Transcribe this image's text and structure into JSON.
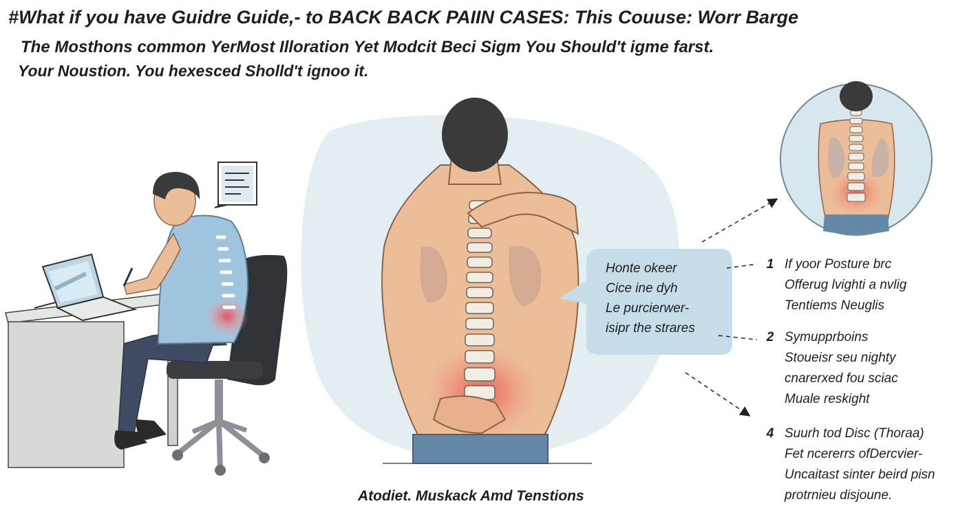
{
  "headline": {
    "line1": "#What if you have Guidre Guide,- to BACK BACK PAIIN CASES: This Couuse: Worr Barge",
    "line2": "The Mosthons common YerMost Illoration Yet Modcit Beci Sigm You Should't igme farst.",
    "line3": "Your Noustion. You hexesced Sholld't ignoo it."
  },
  "bubble": {
    "line1": "Honte okeer",
    "line2": "Cice ine dyh",
    "line3": "Le purcierwer-",
    "line4": "isipr the strares"
  },
  "caption": "Atodiet. Muskack Amd Tenstions",
  "items": [
    {
      "number": "1",
      "lines": [
        "If yoor Posture brc",
        "Offerug lvighti a nvlig",
        "Tentiems Neuglis"
      ]
    },
    {
      "number": "2",
      "lines": [
        "Symupprboins",
        "Stoueisr seu nighty",
        "cnarerxed fou sciac",
        "Muale reskight"
      ]
    },
    {
      "number": "4",
      "lines": [
        "Suurh tod Disc (Thoraa)",
        "Fet ncererrs ofDercvier-",
        "Uncaitast sinter beird pisn",
        "protrnieu disjoune."
      ]
    }
  ],
  "colors": {
    "skin": "#ecbd99",
    "skin_shade": "#d99e78",
    "hair": "#3a3a3a",
    "shirt": "#9fc4dd",
    "pants": "#3e4b63",
    "chair": "#2f3236",
    "desk": "#d6d9d6",
    "spine": "#f2ede2",
    "pain": "#e8574e",
    "blob": "#e2eef2",
    "bubble": "#c5dde8",
    "waistband": "#6688a8"
  },
  "icons": [
    "laptop-icon",
    "document-icon",
    "arrow-icon"
  ]
}
